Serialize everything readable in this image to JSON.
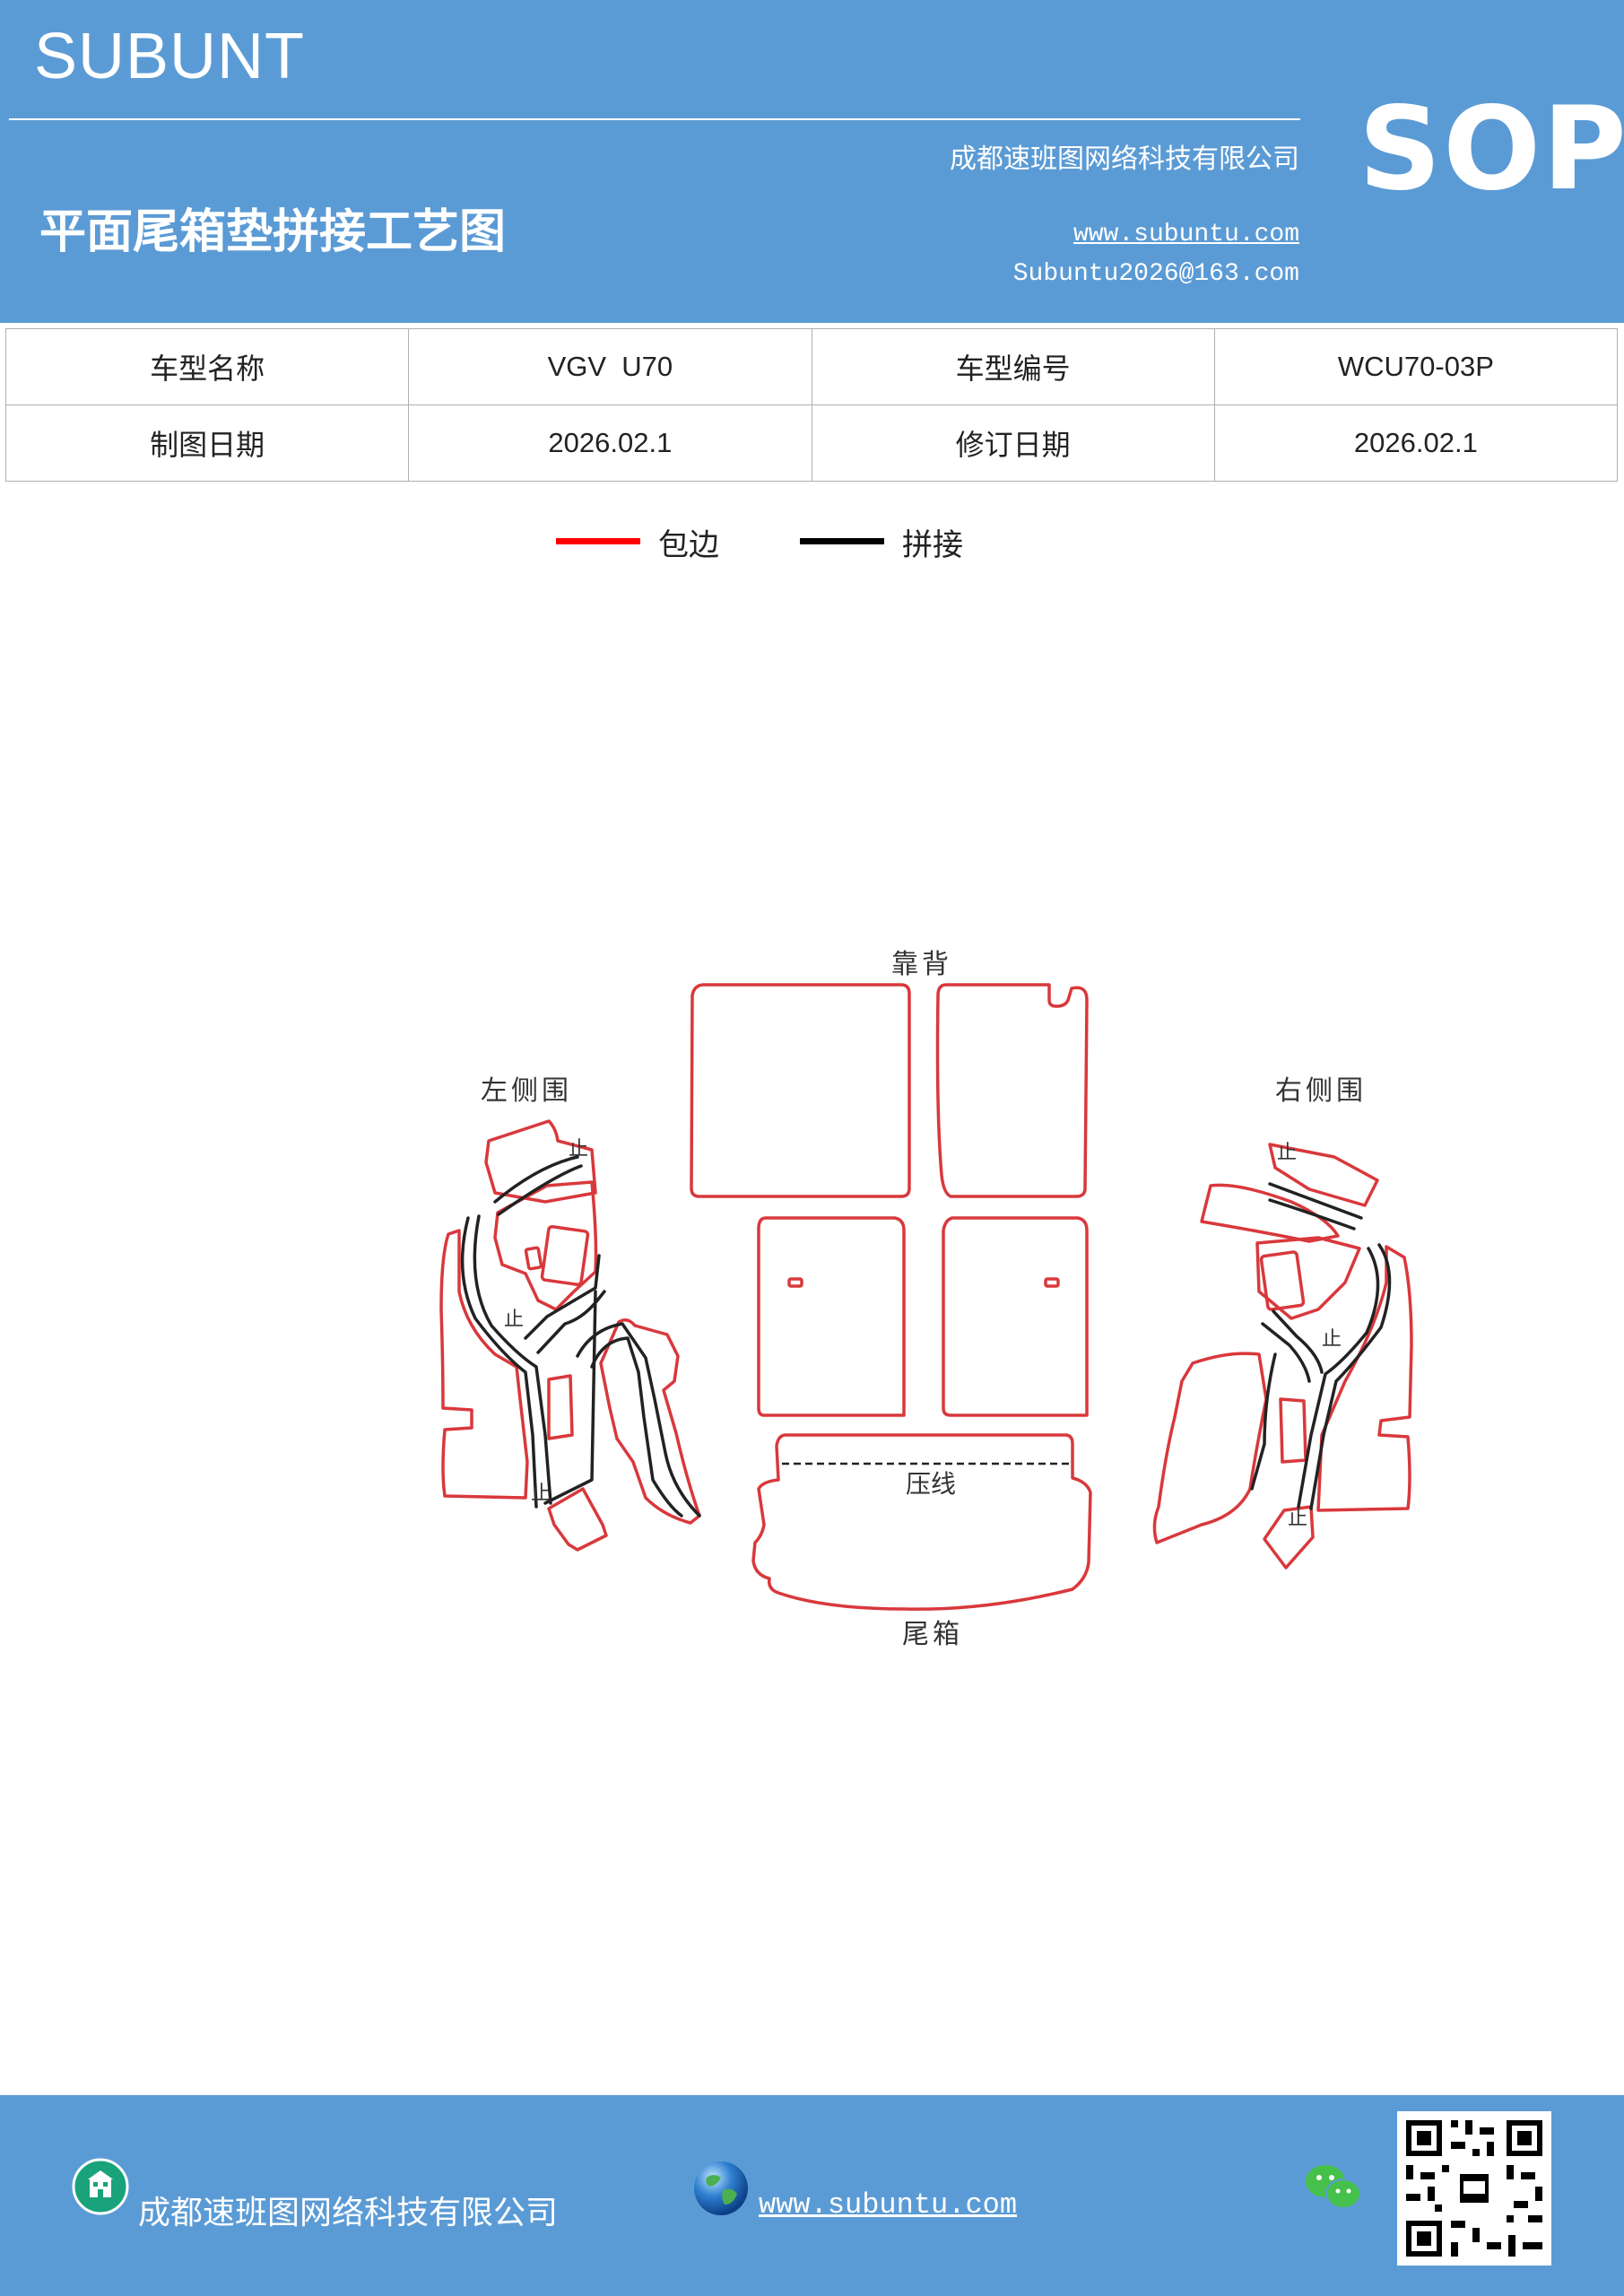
{
  "header": {
    "brand": "SUBUNT",
    "sop": "SOP",
    "company": "成都速班图网络科技有限公司",
    "website": "www.subuntu.com",
    "email": "Subuntu2026@163.com",
    "title": "平面尾箱垫拼接工艺图"
  },
  "info_table": {
    "row1": [
      "车型名称",
      "VGV  U70",
      "车型编号",
      "WCU70-03P"
    ],
    "row2": [
      "制图日期",
      "2026.02.1",
      "修订日期",
      "2026.02.1"
    ]
  },
  "legend": [
    {
      "label": "包边",
      "color": "#ff0000"
    },
    {
      "label": "拼接",
      "color": "#000000"
    }
  ],
  "diagram": {
    "label_back": "靠背",
    "label_left": "左侧围",
    "label_right": "右侧围",
    "label_press": "压线",
    "label_trunk": "尾箱",
    "stop_mark": "止",
    "edge_color": "#d9383c",
    "splice_color": "#222222"
  },
  "footer": {
    "company": "成都速班图网络科技有限公司",
    "website": "www.subuntu.com "
  },
  "icons": {
    "building": "building-icon",
    "globe": "globe-icon",
    "wechat": "wechat-icon",
    "qr": "qr-code"
  }
}
